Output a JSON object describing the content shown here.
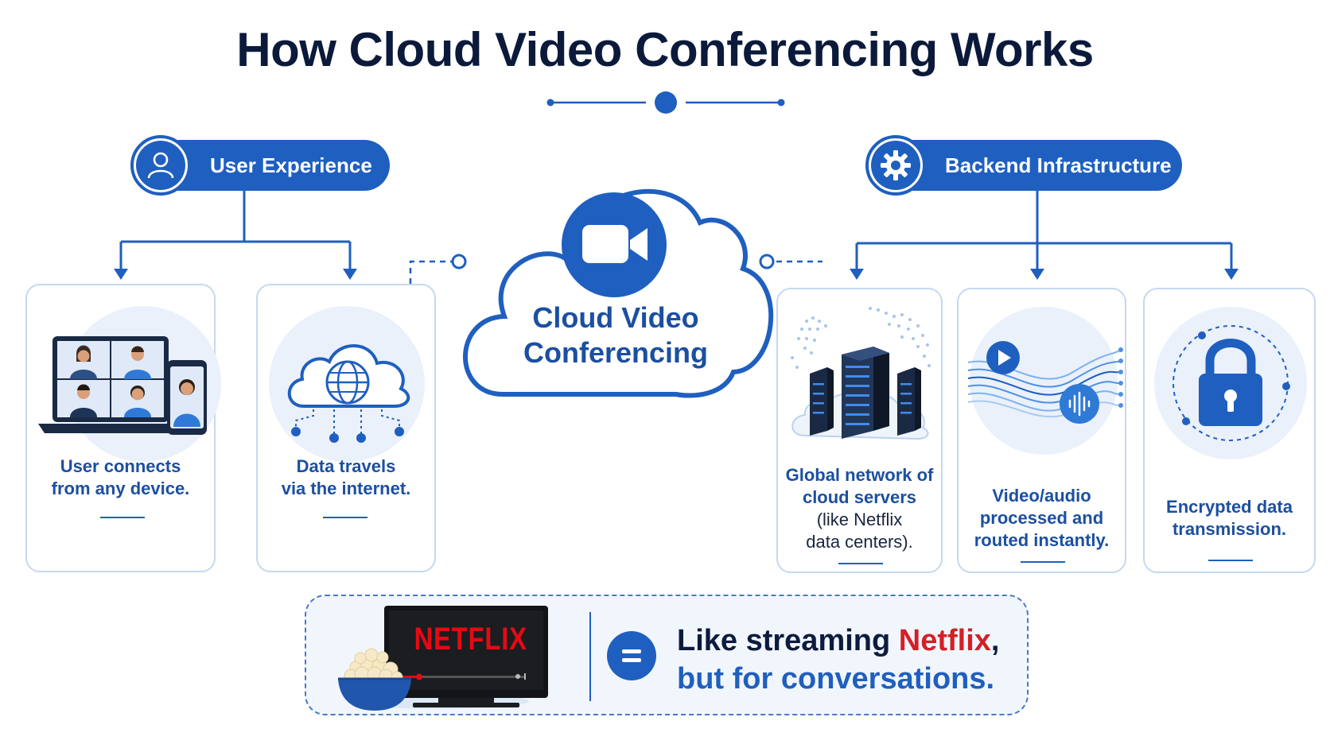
{
  "title": "How Cloud Video Conferencing Works",
  "colors": {
    "primary": "#1f5fbf",
    "dark": "#0b1a3a",
    "accent_red": "#d32027",
    "soft": "#eaf1fb"
  },
  "sections": {
    "user": {
      "label": "User Experience",
      "icon": "user-icon"
    },
    "backend": {
      "label": "Backend Infrastructure",
      "icon": "gear-icon"
    }
  },
  "center": {
    "line1": "Cloud Video",
    "line2": "Conferencing",
    "icon": "video-camera-icon"
  },
  "cards": {
    "device": {
      "line1": "User connects",
      "line2": "from any device.",
      "icon": "devices-icon"
    },
    "internet": {
      "line1": "Data travels",
      "line2": "via the internet.",
      "icon": "cloud-globe-icon"
    },
    "servers": {
      "line1": "Global network of",
      "line2": "cloud servers",
      "line3": "(like Netflix",
      "line4": "data centers).",
      "icon": "server-rack-icon"
    },
    "processing": {
      "line1": "Video/audio",
      "line2": "processed and",
      "line3": "routed instantly.",
      "icon": "waveform-icon"
    },
    "encryption": {
      "line1": "Encrypted data",
      "line2": "transmission.",
      "icon": "lock-icon"
    }
  },
  "banner": {
    "tv_brand": "NETFLIX",
    "line1_prefix": "Like streaming ",
    "line1_highlight": "Netflix",
    "line1_suffix": ",",
    "line2": "but for conversations.",
    "icon": "equals-icon"
  }
}
